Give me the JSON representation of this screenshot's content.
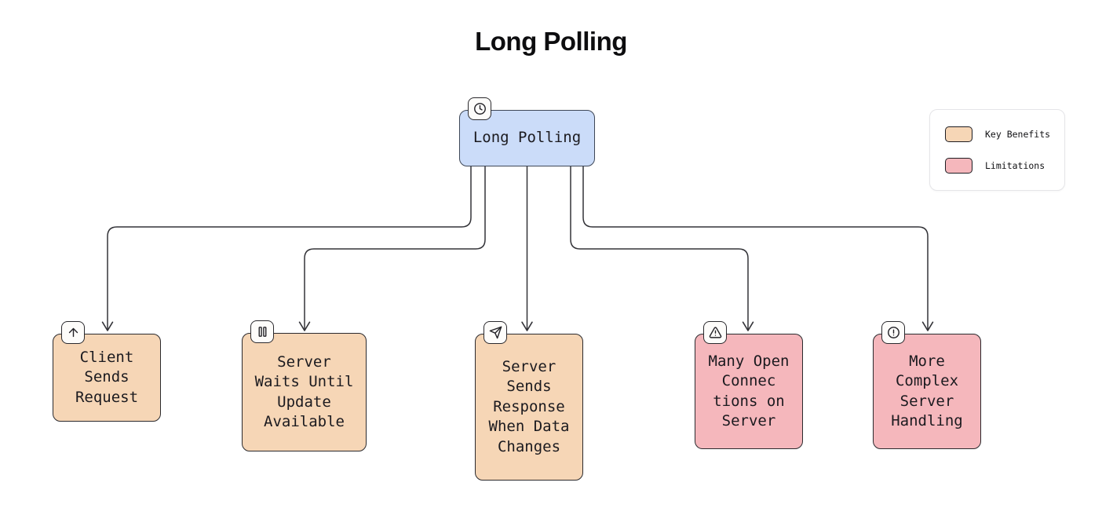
{
  "title": "Long Polling",
  "root_node": {
    "label": "Long Polling",
    "icon": "clock-icon",
    "fill": "#cbdcf9",
    "border": "#3e4757"
  },
  "nodes": [
    {
      "text": "Client\nSends\nRequest",
      "icon": "arrow-up-icon",
      "category": "Key Benefits",
      "fill": "#f6d6b6"
    },
    {
      "text": "Server\nWaits Until\nUpdate\nAvailable",
      "icon": "pause-icon",
      "category": "Key Benefits",
      "fill": "#f6d6b6"
    },
    {
      "text": "Server\nSends\nResponse\nWhen Data\nChanges",
      "icon": "send-icon",
      "category": "Key Benefits",
      "fill": "#f6d6b6"
    },
    {
      "text": "Many Open\nConnec\ntions on\nServer",
      "icon": "triangle-alert-icon",
      "category": "Limitations",
      "fill": "#f5b7bc"
    },
    {
      "text": "More\nComplex\nServer\nHandling",
      "icon": "circle-alert-icon",
      "category": "Limitations",
      "fill": "#f5b7bc"
    }
  ],
  "legend": {
    "items": [
      {
        "label": "Key Benefits",
        "color": "#f6d6b6"
      },
      {
        "label": "Limitations",
        "color": "#f5b7bc"
      }
    ]
  },
  "colors": {
    "background": "#ffffff",
    "edge": "#333338",
    "node_border": "#2b2a2e",
    "root_border": "#3e4757",
    "text": "#1b1a1f"
  }
}
